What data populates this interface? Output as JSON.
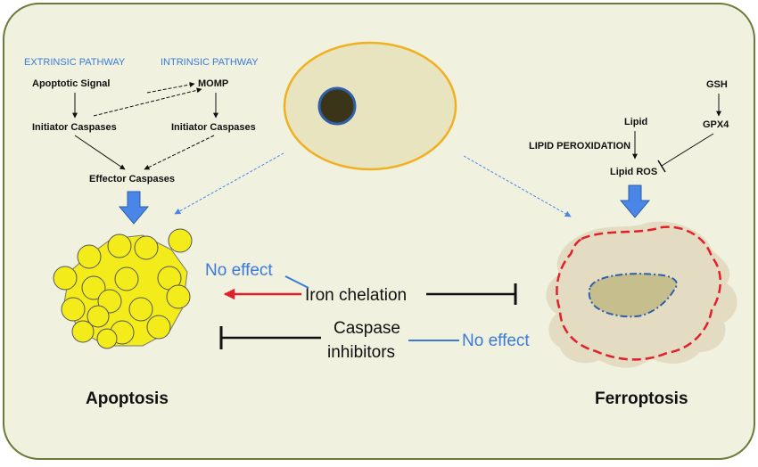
{
  "extrinsic": {
    "title": "EXTRINSIC PATHWAY",
    "apoptotic_signal": "Apoptotic Signal",
    "initiator_caspases": "Initiator Caspases"
  },
  "intrinsic": {
    "title": "INTRINSIC PATHWAY",
    "momp": "MOMP",
    "initiator_caspases": "Initiator Caspases"
  },
  "effector_caspases": "Effector Caspases",
  "ferroptosis_pathway": {
    "gsh": "GSH",
    "gpx4": "GPX4",
    "lipid": "Lipid",
    "lipid_peroxidation": "LIPID PEROXIDATION",
    "lipid_ros": "Lipid ROS"
  },
  "middle": {
    "no_effect_top": "No effect",
    "iron_chelation": "Iron chelation",
    "caspase_line1": "Caspase",
    "caspase_line2": "inhibitors",
    "no_effect_bottom": "No effect"
  },
  "outcomes": {
    "apoptosis": "Apoptosis",
    "ferroptosis": "Ferroptosis"
  },
  "colors": {
    "panel_bg": "#f0f1df",
    "panel_border": "#6a7a3a",
    "pathway_blue": "#3b7ad9",
    "arrow_blue": "#4a86e8",
    "cell_fill": "#e8e4c0",
    "cell_border": "#f0b020",
    "nucleus": "#3a3418",
    "nucleus_ring": "#2f5fa8",
    "apoptotic_yellow": "#f3ec1a",
    "ferroptotic_fill": "#e4dcc2",
    "ferroptotic_border": "#e0202a",
    "red_arrow": "#e0202a"
  }
}
